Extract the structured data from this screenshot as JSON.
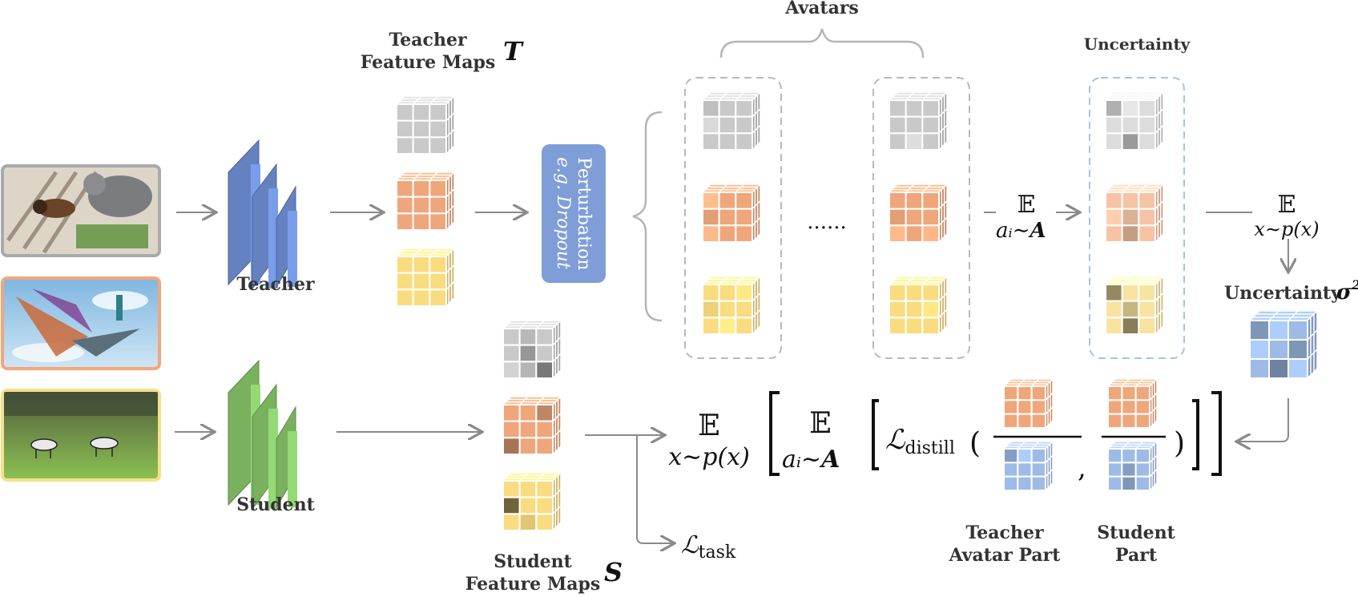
{
  "inputs": {
    "images": [
      {
        "name": "dog-and-cat-photo",
        "border": "#aaaaaa"
      },
      {
        "name": "avatar-flying-photo",
        "border": "#f2a67a"
      },
      {
        "name": "zebras-photo",
        "border": "#f8df88"
      }
    ]
  },
  "teacher": {
    "label": "Teacher",
    "maps_label_line1": "Teacher",
    "maps_label_line2": "Feature Maps",
    "symbol": "T",
    "color": "#6f8fd6"
  },
  "student": {
    "label": "Student",
    "maps_label_line1": "Student",
    "maps_label_line2": "Feature Maps",
    "symbol": "S",
    "color": "#86c56a"
  },
  "perturbation": {
    "line1": "Perturbation",
    "line2": "e.g. Dropout",
    "color": "#7f9ed8"
  },
  "avatars": {
    "label": "Avatars",
    "ellipsis": "......"
  },
  "uncertainty": {
    "label": "Uncertainty",
    "sigma_label": "Uncertainty",
    "sigma_symbol": "σ",
    "sigma_power": "2"
  },
  "expectations": {
    "e_symbol": "𝔼",
    "a_sub": "aᵢ∼",
    "a_bold": "A",
    "x_sub": "x∼p(x)"
  },
  "loss": {
    "distill_L": "ℒ",
    "distill_sub": "distill",
    "task_L": "ℒ",
    "task_sub": "task",
    "comma": ","
  },
  "parts": {
    "teacher_line1": "Teacher",
    "teacher_line2": "Avatar  Part",
    "student_line1": "Student",
    "student_line2": "Part"
  },
  "colors": {
    "gray": "#c9c9c9",
    "orange": "#f0a67b",
    "yellow": "#f9dc7f",
    "blue": "#9dbbe6",
    "arrow": "#8a8a8a"
  }
}
